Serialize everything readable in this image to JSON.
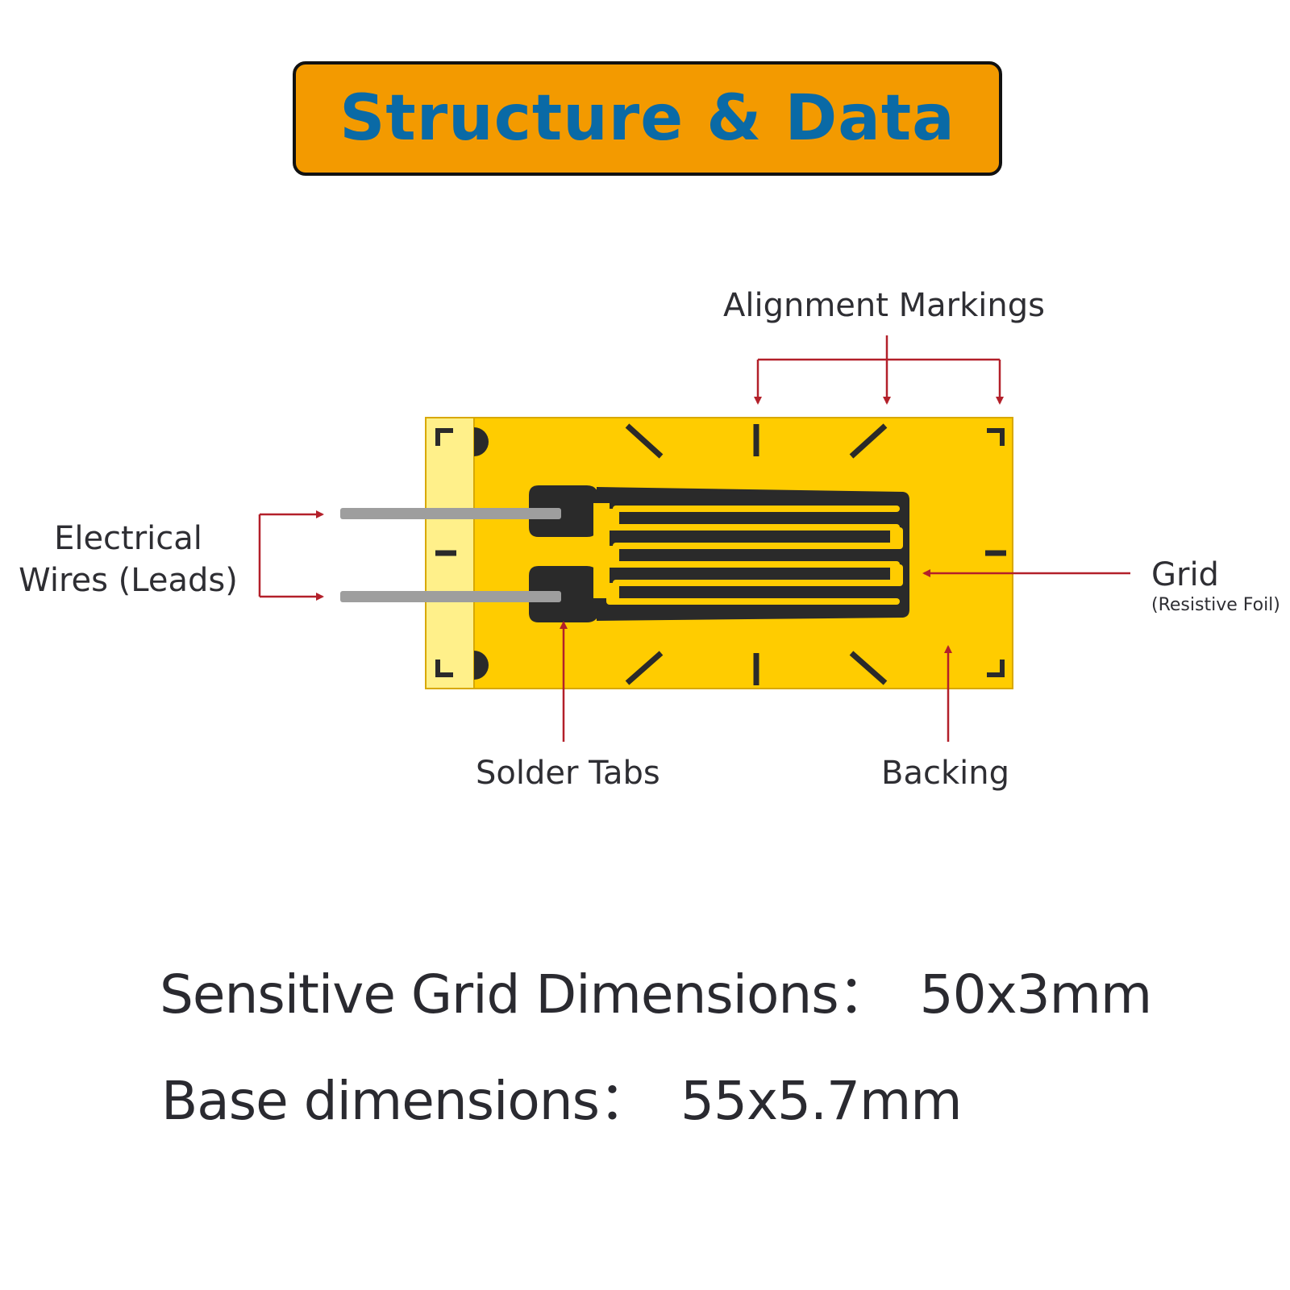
{
  "title": "Structure & Data",
  "colors": {
    "banner_bg": "#F39A00",
    "banner_text": "#0A6AA6",
    "backing": "#FFCC00",
    "tab_strip": "#FFF08A",
    "foil": "#2A2A2A",
    "wire": "#9E9E9E",
    "arrow": "#B3202A"
  },
  "labels": {
    "alignment": "Alignment Markings",
    "electrical_line1": "Electrical",
    "electrical_line2": "Wires (Leads)",
    "grid": "Grid",
    "grid_sub": "(Resistive Foil)",
    "solder": "Solder Tabs",
    "backing": "Backing"
  },
  "specs": [
    {
      "label": "Sensitive Grid Dimensions：",
      "value": "50x3mm"
    },
    {
      "label": "Base dimensions：",
      "value": "55x5.7mm"
    }
  ],
  "icons": [
    "strain-gauge-illustration",
    "arrow-icon"
  ]
}
